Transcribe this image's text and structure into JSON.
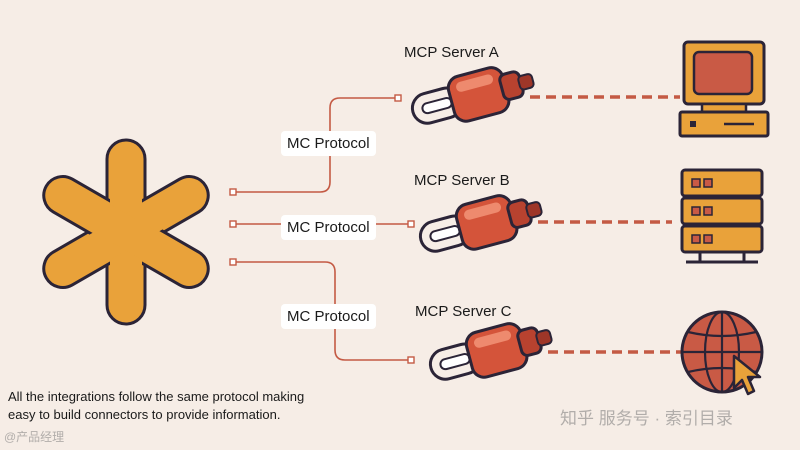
{
  "labels": {
    "protocol_a": "MC Protocol",
    "protocol_b": "MC Protocol",
    "protocol_c": "MC Protocol",
    "server_a": "MCP Server A",
    "server_b": "MCP Server B",
    "server_c": "MCP Server C"
  },
  "caption": "All the integrations follow the same protocol making easy to build connectors to provide information.",
  "watermark": {
    "right": "知乎 服务号 · 索引目录",
    "left": "@产品经理"
  },
  "icons": {
    "hub": "asterisk-icon",
    "client_a": "computer-icon",
    "client_b": "server-rack-icon",
    "client_c": "globe-cursor-icon",
    "connector": "usb-c-plug-icon"
  },
  "colors": {
    "background": "#f6ede6",
    "asterisk": "#e9a23a",
    "outline": "#2b2437",
    "plug": "#d4543a",
    "line": "#c45a44"
  }
}
